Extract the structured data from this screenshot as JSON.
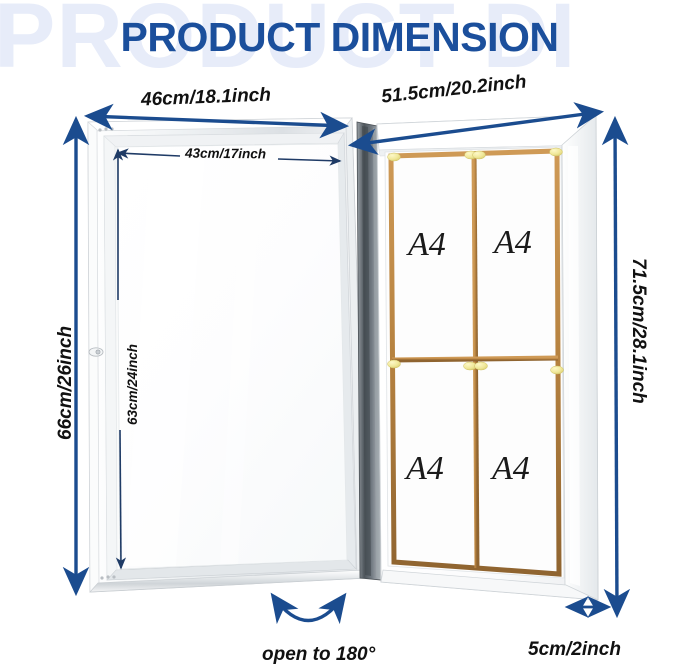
{
  "title": "PRODUCT DIMENSION",
  "watermark_text": "PRODUCT DI",
  "colors": {
    "title_blue": "#1B4F9C",
    "watermark_blue": "#E7ECF9",
    "arrow_navy": "#1B4C8F",
    "arrow_navy_thin": "#1F3B66",
    "cork_divider": "#B5813F",
    "pin_yellow": "#F0E89A",
    "frame_white": "#FFFFFF",
    "frame_silver": "#D8DCE0",
    "hinge_gray": "#5E6469",
    "text_black": "#111111"
  },
  "dimensions": {
    "door_outer_width": "46cm/18.1inch",
    "door_inner_width": "43cm/17inch",
    "case_outer_width": "51.5cm/20.2inch",
    "door_outer_height": "66cm/26inch",
    "door_inner_height": "63cm/24inch",
    "case_outer_height": "71.5cm/28.1inch",
    "case_depth": "5cm/2inch"
  },
  "annotations": {
    "open_angle": "open to 180°"
  },
  "panel": {
    "sheet_label": "A4",
    "sheets": [
      {
        "label": "A4",
        "position": "top-left"
      },
      {
        "label": "A4",
        "position": "top-right"
      },
      {
        "label": "A4",
        "position": "bottom-left"
      },
      {
        "label": "A4",
        "position": "bottom-right"
      }
    ],
    "rows": 2,
    "columns": 2
  },
  "product": {
    "door_side": "glass door, open left",
    "case_side": "cork notice panel with 4 A4 sheets"
  }
}
